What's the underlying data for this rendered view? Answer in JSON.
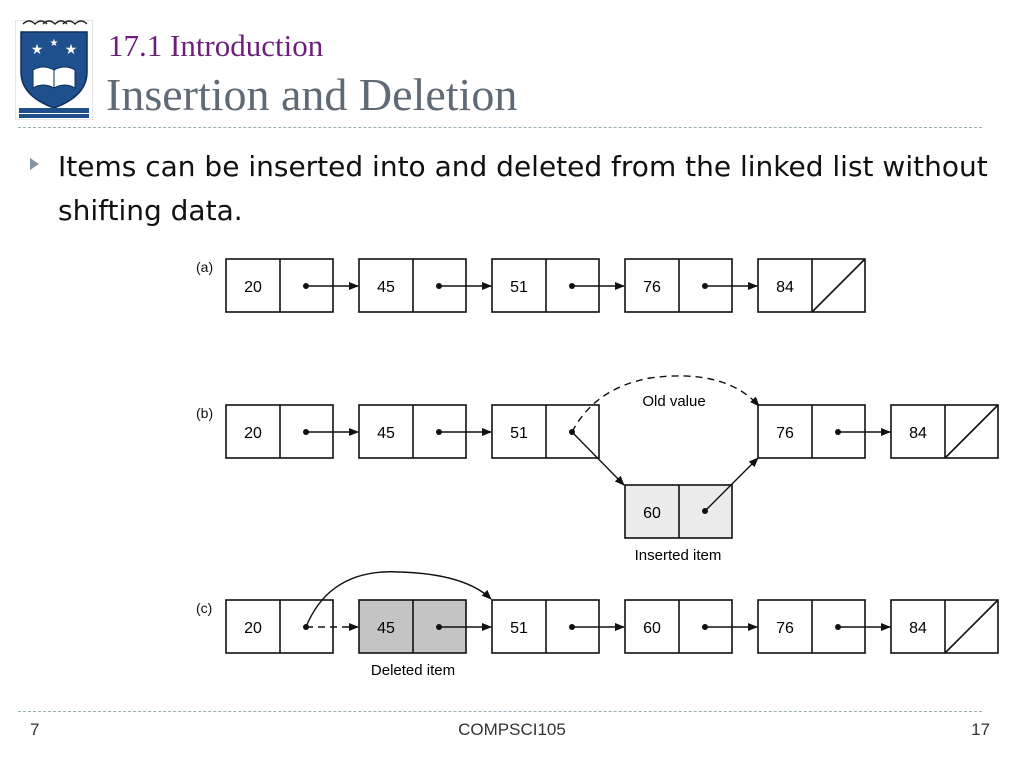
{
  "header": {
    "subtitle": "17.1 Introduction",
    "title": "Insertion and Deletion"
  },
  "bullet": {
    "text": "Items can be inserted into and deleted from the linked list without shifting data."
  },
  "diagram": {
    "panel_a": {
      "label": "(a)",
      "values": [
        "20",
        "45",
        "51",
        "76",
        "84"
      ]
    },
    "panel_b": {
      "label": "(b)",
      "values": [
        "20",
        "45",
        "51",
        "76",
        "84"
      ],
      "inserted_value": "60",
      "old_value_label": "Old value",
      "inserted_item_label": "Inserted item"
    },
    "panel_c": {
      "label": "(c)",
      "values": [
        "20",
        "45",
        "51",
        "60",
        "76",
        "84"
      ],
      "deleted_item_label": "Deleted item"
    }
  },
  "footer": {
    "slide_number_left": "7",
    "course": "COMPSCI105",
    "page_number": "17"
  },
  "colors": {
    "subtitle": "#6b1f7a",
    "title": "#5e6a75",
    "inserted_fill": "#ececec",
    "deleted_fill": "#c4c4c4"
  }
}
